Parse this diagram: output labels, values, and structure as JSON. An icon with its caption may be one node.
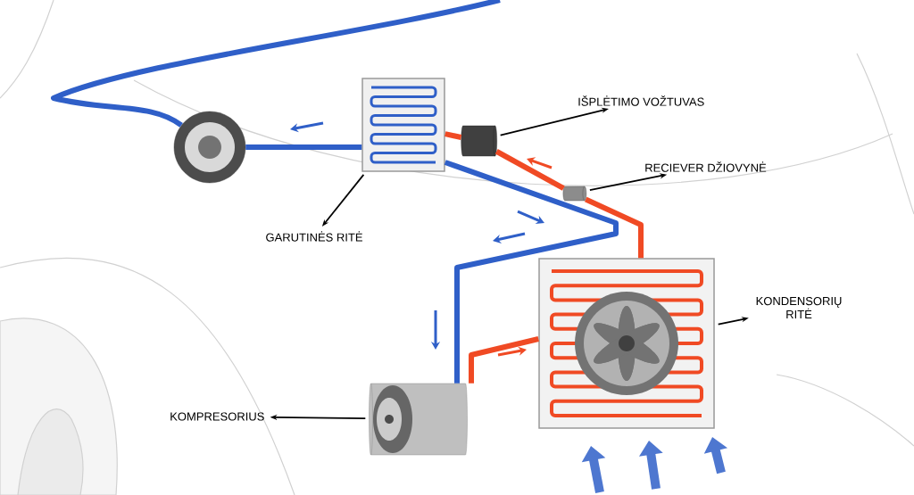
{
  "diagram": {
    "nodes": [
      {
        "text": [
          "IŠPLĖTIMO VOŽTUVAS"
        ]
      },
      {
        "text": [
          "RECIEVER DŽIOVYNĖ"
        ]
      },
      {
        "text": [
          "GARUTINĖS RITĖ"
        ]
      },
      {
        "text": [
          "KONDENSORIŲ RITĖ"
        ]
      },
      {
        "text": [
          "KOMPRESORIUS"
        ]
      },
      {
        "text": [],
        "shape": "box"
      },
      {
        "text": [],
        "shape": "cylinder"
      },
      {
        "text": [],
        "shape": "cylinder"
      },
      {
        "text": [],
        "shape": "box"
      },
      {
        "text": [],
        "shape": "cylinder"
      },
      {
        "text": [],
        "shape": "circle"
      }
    ],
    "edges": [
      {
        "from": 6,
        "to": 0,
        "arrow": "to"
      },
      {
        "from": 7,
        "to": 1,
        "arrow": "to"
      },
      {
        "from": 5,
        "to": 2,
        "arrow": "to"
      },
      {
        "from": 8,
        "to": 3,
        "arrow": "to"
      },
      {
        "from": 9,
        "to": 4,
        "arrow": "to"
      },
      {
        "from": 9,
        "to": 8,
        "arrow": "none",
        "color": "#f04a24"
      },
      {
        "from": 8,
        "to": 7,
        "arrow": "none",
        "color": "#f04a24"
      },
      {
        "from": 7,
        "to": 6,
        "arrow": "none",
        "color": "#f04a24"
      },
      {
        "from": 6,
        "to": 5,
        "arrow": "none",
        "color": "#f04a24"
      },
      {
        "from": 5,
        "to": 9,
        "arrow": "none",
        "color": "#2f5fc8"
      },
      {
        "from": 5,
        "to": 10,
        "arrow": "none",
        "color": "#2f5fc8"
      },
      {
        "from": null,
        "to": 10,
        "arrow": "none",
        "color": "#2f5fc8"
      }
    ]
  }
}
